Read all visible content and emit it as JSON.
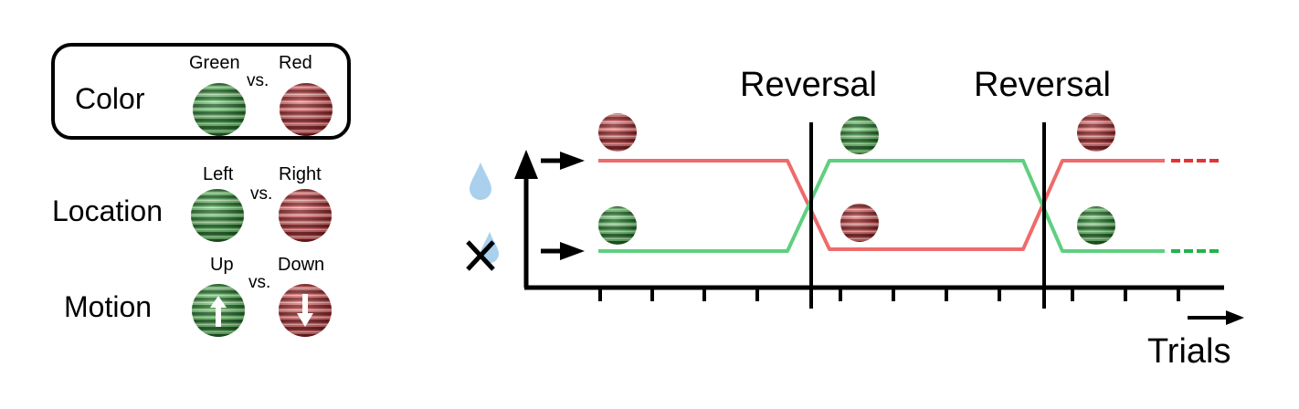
{
  "features": {
    "color": {
      "title": "Color",
      "option_a": "Green",
      "option_b": "Red",
      "separator": "vs."
    },
    "location": {
      "title": "Location",
      "option_a": "Left",
      "option_b": "Right",
      "separator": "vs."
    },
    "motion": {
      "title": "Motion",
      "option_a": "Up",
      "option_b": "Down",
      "separator": "vs."
    }
  },
  "timeline": {
    "reversal_1": "Reversal",
    "reversal_2": "Reversal",
    "x_axis_label": "Trials"
  },
  "colors": {
    "green": "#4caf50",
    "red": "#c0393b",
    "green_line": "#5fcf80",
    "red_line": "#ee6b6b",
    "drop": "#9ec9e8"
  }
}
